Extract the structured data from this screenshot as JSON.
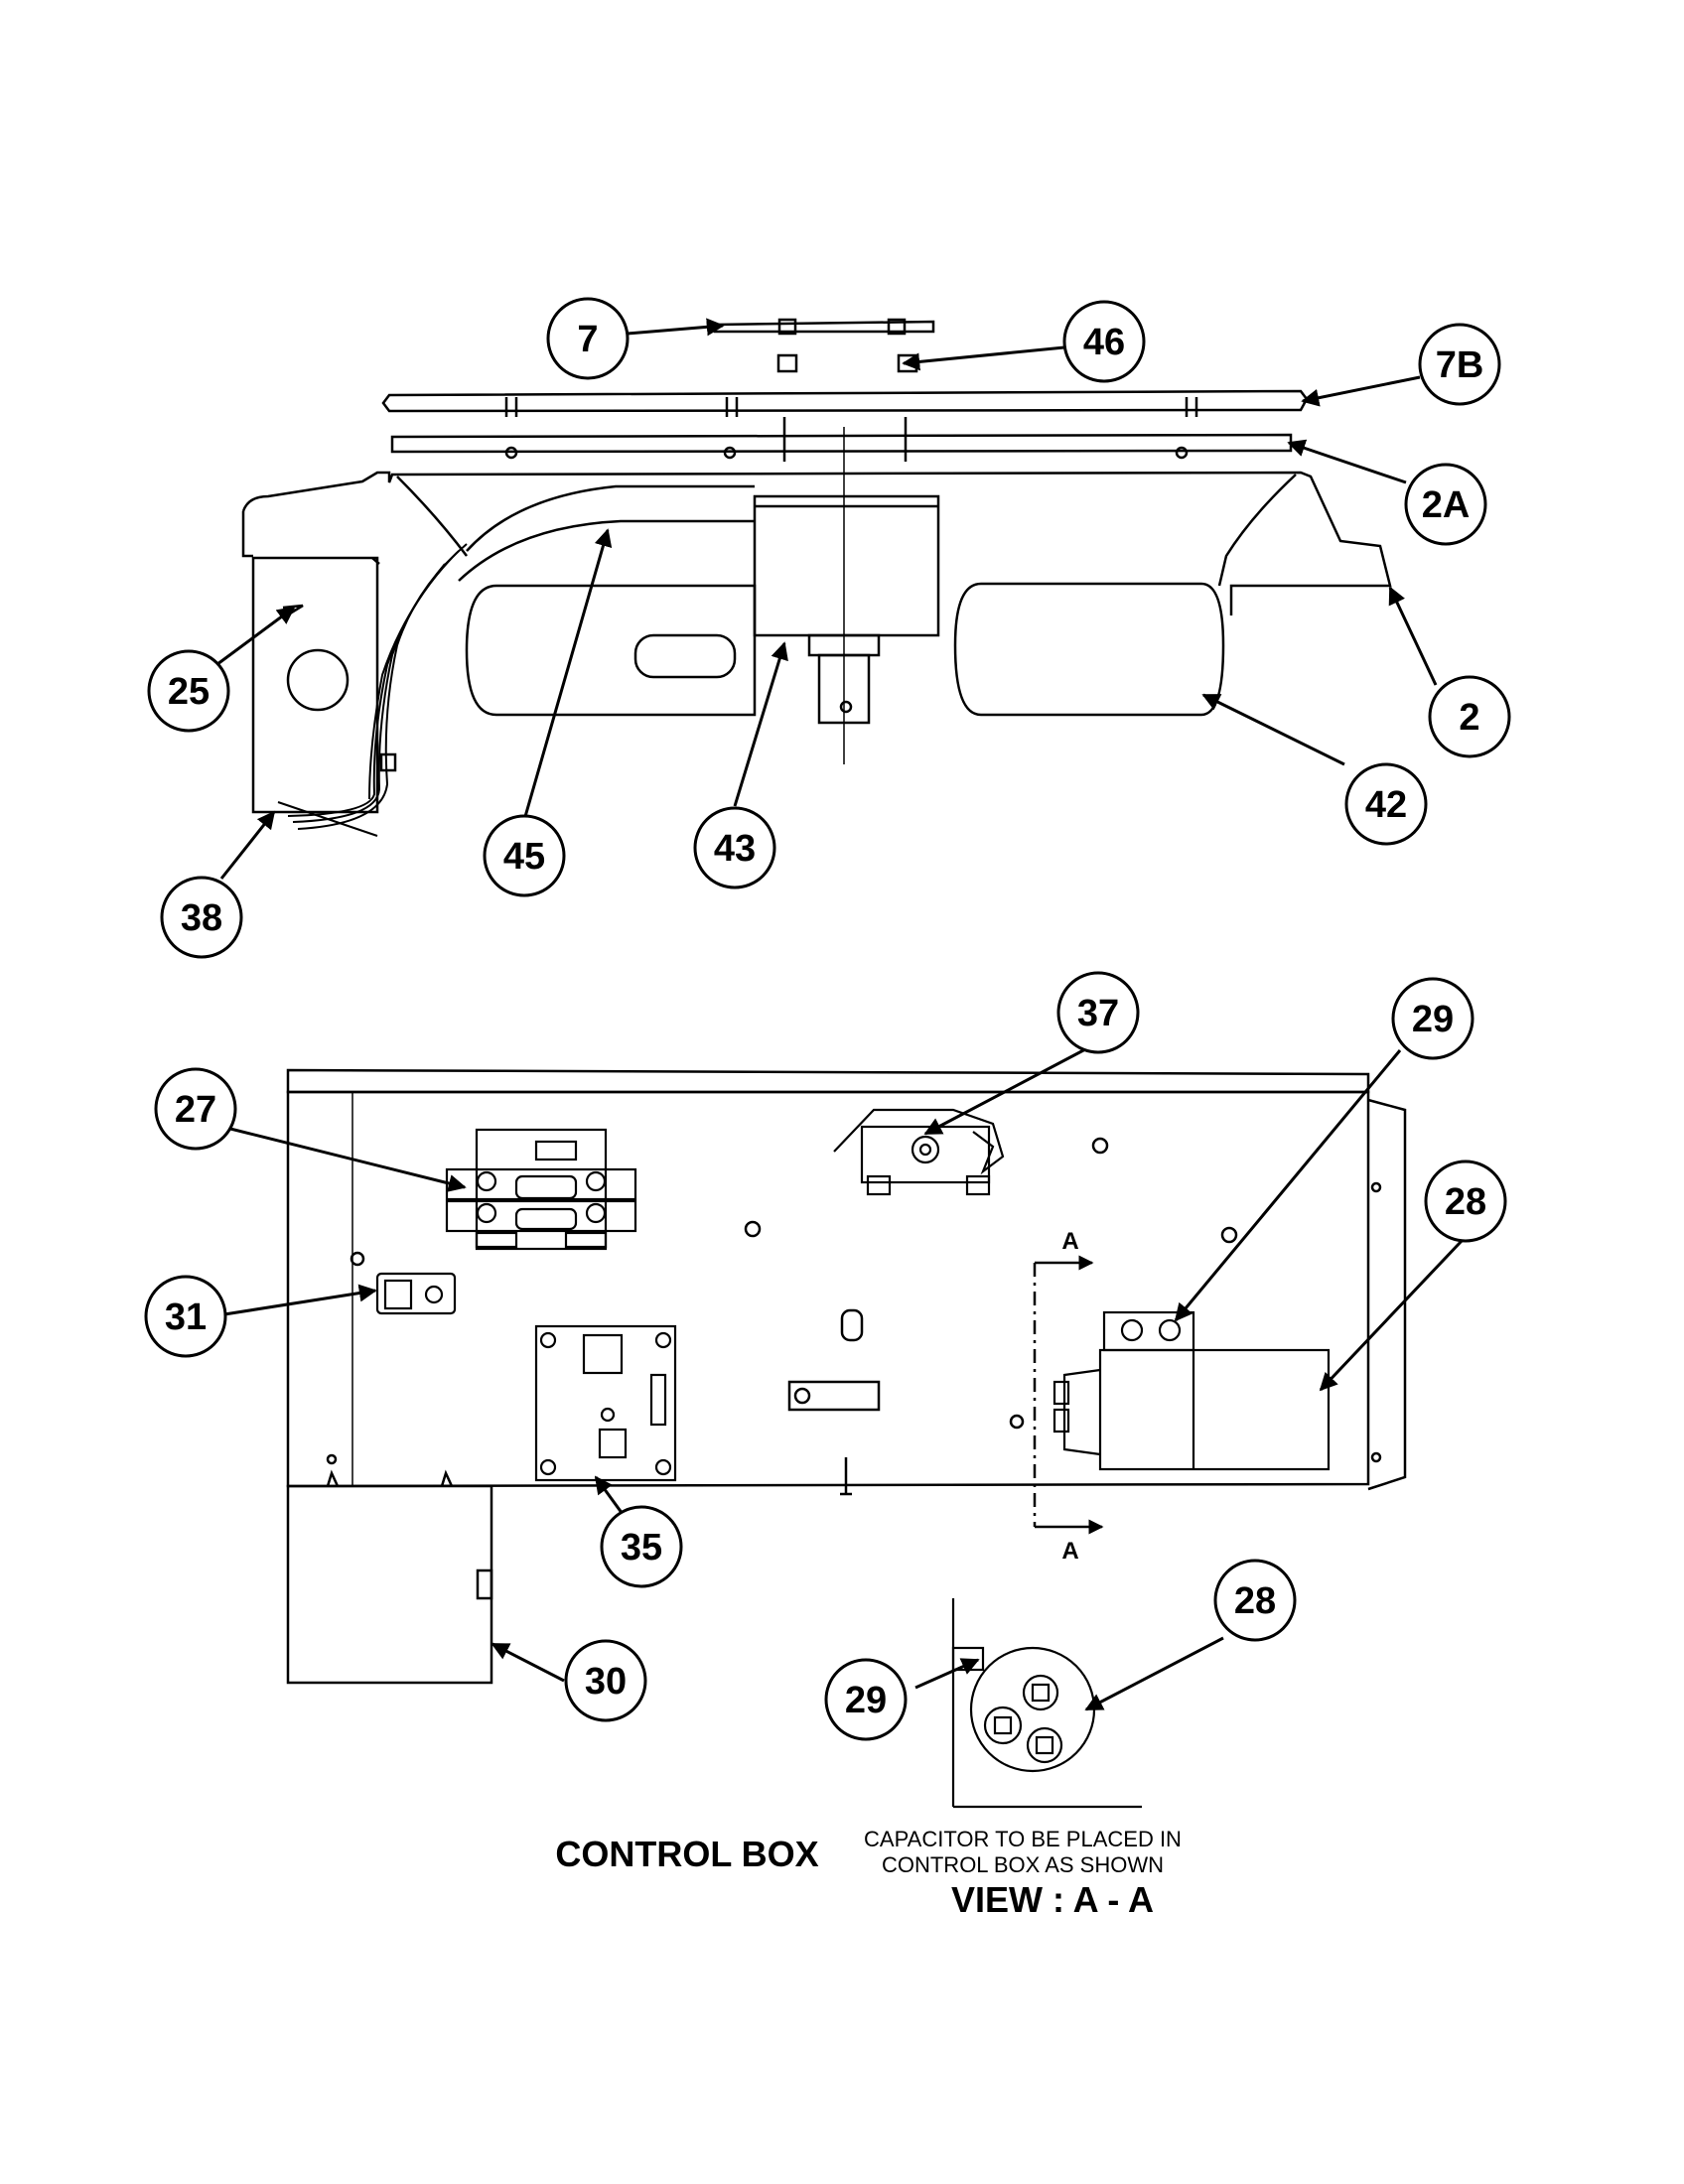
{
  "callouts": {
    "c7": "7",
    "c46": "46",
    "c7B": "7B",
    "c2A": "2A",
    "c2": "2",
    "c25": "25",
    "c42": "42",
    "c45": "45",
    "c43": "43",
    "c38": "38",
    "c37": "37",
    "c29a": "29",
    "c27": "27",
    "c28a": "28",
    "c31": "31",
    "c35": "35",
    "c30": "30",
    "c28b": "28",
    "c29b": "29"
  },
  "section_markers": {
    "a_top": "A",
    "a_bottom": "A"
  },
  "captions": {
    "control_box": "CONTROL BOX",
    "capacitor_line1": "CAPACITOR TO BE PLACED IN",
    "capacitor_line2": "CONTROL BOX AS SHOWN",
    "view_aa": "VIEW : A - A"
  }
}
